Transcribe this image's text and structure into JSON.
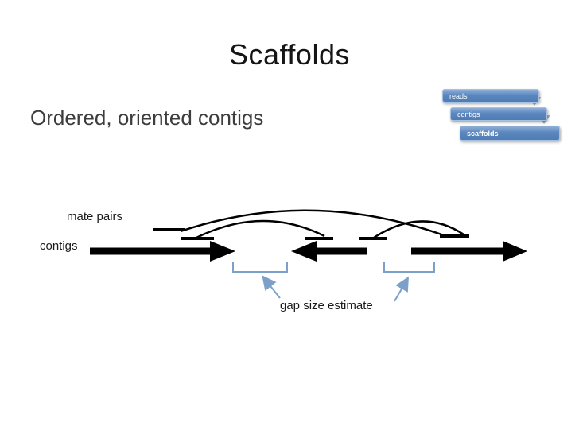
{
  "slide": {
    "title": "Scaffolds",
    "subtitle": "Ordered, oriented contigs"
  },
  "pipeline": {
    "steps": [
      {
        "label": "reads"
      },
      {
        "label": "contigs"
      },
      {
        "label": "scaffolds"
      }
    ]
  },
  "diagram": {
    "mate_pairs_label": "mate pairs",
    "contigs_label": "contigs",
    "gap_label": "gap size estimate"
  },
  "icons": {
    "pipeline_arrow": "down-arrow-icon"
  },
  "colors": {
    "pipeline_box_blue": "#4f7cb5",
    "pipeline_box_border": "#a7c0de",
    "pipeline_arrow_gray": "#a8b2bc",
    "annotation_blue": "#7da0c9",
    "diagram_black": "#000000",
    "subtitle_gray": "#3d3d3d",
    "background": "#ffffff"
  }
}
